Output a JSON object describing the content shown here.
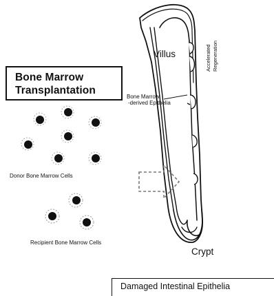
{
  "title_box": {
    "line1": "Bone Marrow",
    "line2": "Transplantation"
  },
  "labels": {
    "villus": "Villus",
    "crypt": "Crypt",
    "bm_derived_line1": "Bone Marrow",
    "bm_derived_line2": "-derived Epithelia",
    "accelerated_line1": "Accelerated",
    "accelerated_line2": "Regeneration",
    "donor": "Donor Bone Marrow Cells",
    "recipient": "Recipient Bone Marrow Cells"
  },
  "footer": {
    "text": "Damaged Intestinal Epithelia"
  }
}
